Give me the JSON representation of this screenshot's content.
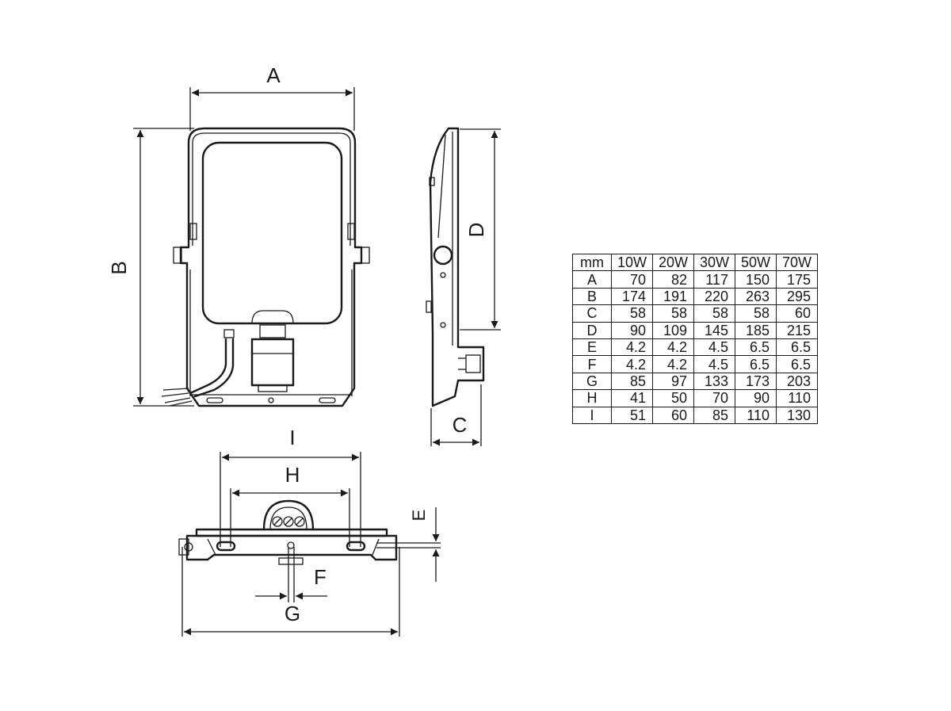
{
  "labels": {
    "A": "A",
    "B": "B",
    "C": "C",
    "D": "D",
    "E": "E",
    "F": "F",
    "G": "G",
    "H": "H",
    "I": "I"
  },
  "table": {
    "headers": [
      "mm",
      "10W",
      "20W",
      "30W",
      "50W",
      "70W"
    ],
    "rows": [
      [
        "A",
        "70",
        "82",
        "117",
        "150",
        "175"
      ],
      [
        "B",
        "174",
        "191",
        "220",
        "263",
        "295"
      ],
      [
        "C",
        "58",
        "58",
        "58",
        "58",
        "60"
      ],
      [
        "D",
        "90",
        "109",
        "145",
        "185",
        "215"
      ],
      [
        "E",
        "4.2",
        "4.2",
        "4.5",
        "6.5",
        "6.5"
      ],
      [
        "F",
        "4.2",
        "4.2",
        "4.5",
        "6.5",
        "6.5"
      ],
      [
        "G",
        "85",
        "97",
        "133",
        "173",
        "203"
      ],
      [
        "H",
        "41",
        "50",
        "70",
        "90",
        "110"
      ],
      [
        "I",
        "51",
        "60",
        "85",
        "110",
        "130"
      ]
    ]
  },
  "colors": {
    "line": "#1a1a1a",
    "background": "#ffffff"
  }
}
